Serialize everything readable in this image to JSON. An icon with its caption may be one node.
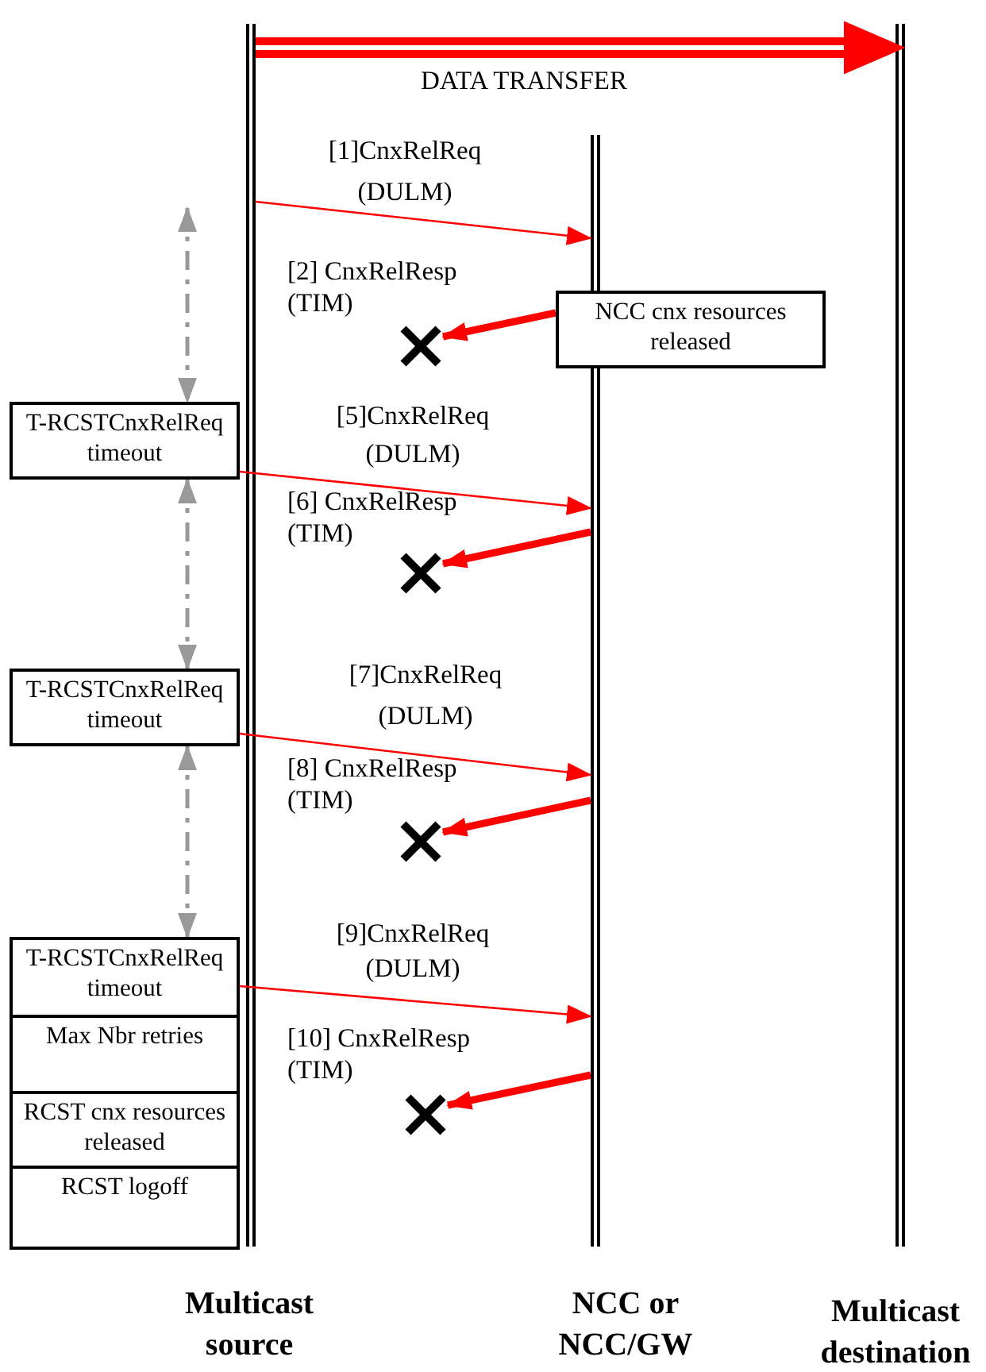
{
  "diagram": {
    "nodes": [
      {
        "text": [
          "Multicast source"
        ]
      },
      {
        "text": [
          "NCC or NCC/GW"
        ]
      },
      {
        "text": [
          "Multicast destination"
        ]
      },
      {
        "text": [
          "NCC cnx resources released"
        ]
      },
      {
        "text": [
          "T-RCSTCnxRelReq timeout"
        ]
      },
      {
        "text": [
          "T-RCSTCnxRelReq timeout"
        ]
      },
      {
        "text": [
          "T-RCSTCnxRelReq timeout"
        ]
      },
      {
        "text": [
          "Max Nbr retries"
        ]
      },
      {
        "text": [
          "RCST cnx resources released"
        ]
      },
      {
        "text": [
          "RCST logoff"
        ]
      },
      {
        "text": [],
        "shape": "cross"
      },
      {
        "text": [],
        "shape": "cross"
      },
      {
        "text": [],
        "shape": "cross"
      },
      {
        "text": [],
        "shape": "cross"
      }
    ],
    "edges": [
      {
        "from": 0,
        "to": 2,
        "arrow": "to",
        "label": "DATA TRANSFER",
        "style": "thick"
      },
      {
        "from": 0,
        "to": 1,
        "arrow": "to",
        "label": "[1]CnxRelReq (DULM)"
      },
      {
        "from": 3,
        "to": 10,
        "arrow": "to",
        "label": "[2] CnxRelResp (TIM)",
        "style": "thick"
      },
      {
        "from": 4,
        "to": 1,
        "arrow": "to",
        "label": "[5]CnxRelReq (DULM)"
      },
      {
        "from": 1,
        "to": 11,
        "arrow": "to",
        "label": "[6] CnxRelResp (TIM)",
        "style": "thick"
      },
      {
        "from": 5,
        "to": 1,
        "arrow": "to",
        "label": "[7]CnxRelReq (DULM)"
      },
      {
        "from": 1,
        "to": 12,
        "arrow": "to",
        "label": "[8] CnxRelResp (TIM)",
        "style": "thick"
      },
      {
        "from": 6,
        "to": 1,
        "arrow": "to",
        "label": "[9]CnxRelReq (DULM)"
      },
      {
        "from": 1,
        "to": 13,
        "arrow": "to",
        "label": "[10] CnxRelResp (TIM)",
        "style": "thick"
      },
      {
        "from": 0,
        "to": 4,
        "arrow": "both",
        "style": "dashed",
        "color": "#999999"
      },
      {
        "from": 4,
        "to": 5,
        "arrow": "both",
        "style": "dashed",
        "color": "#999999"
      },
      {
        "from": 5,
        "to": 6,
        "arrow": "both",
        "style": "dashed",
        "color": "#999999"
      }
    ]
  }
}
